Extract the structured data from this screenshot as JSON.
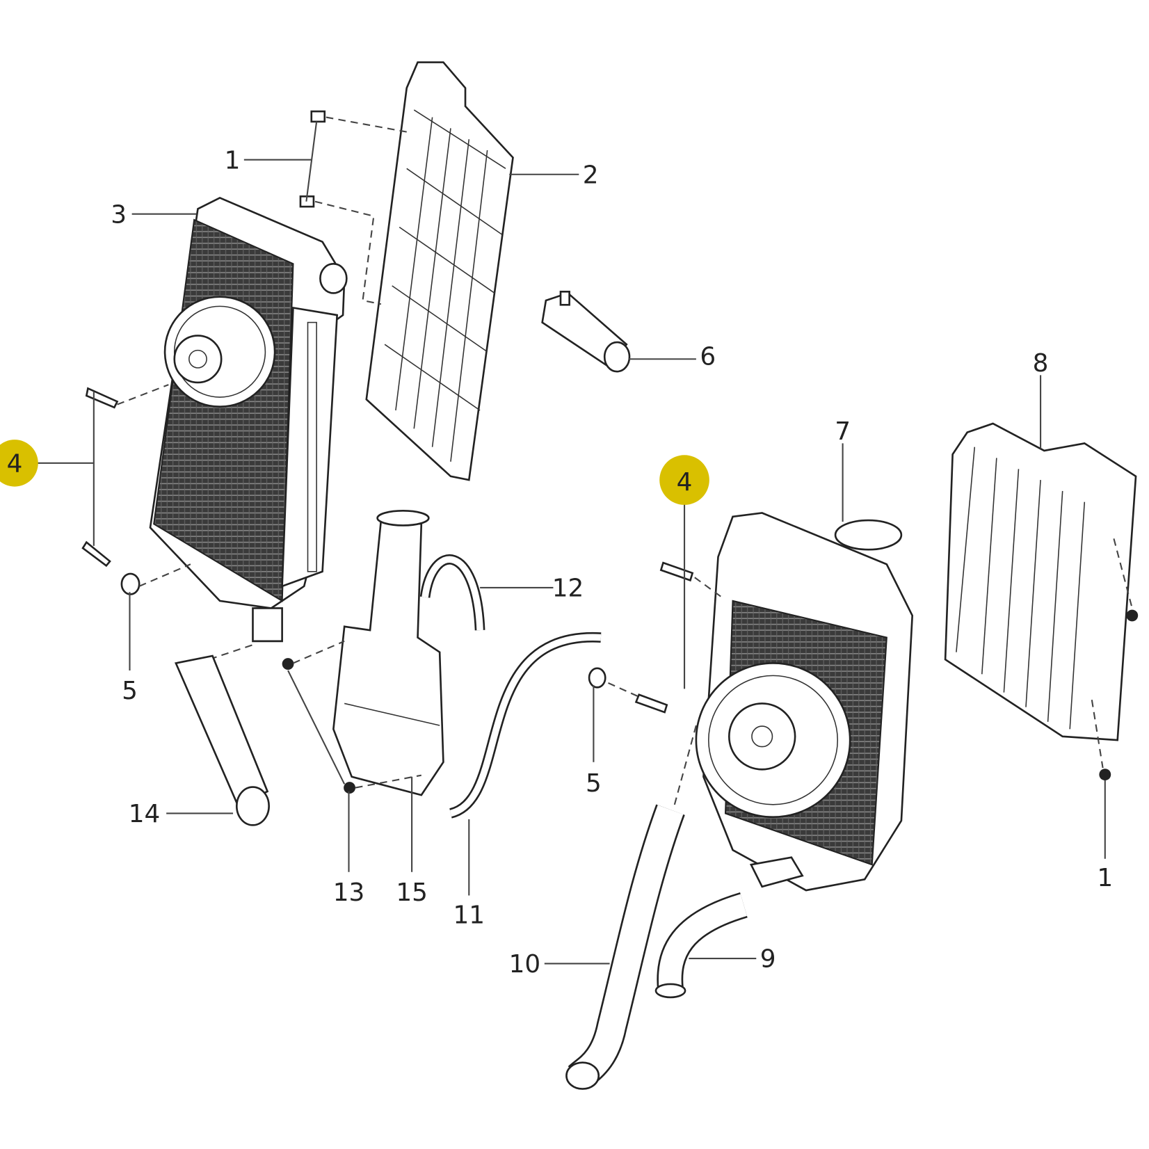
{
  "diagram": {
    "type": "exploded parts diagram",
    "highlight_color": "#d9c000",
    "callouts": [
      {
        "number": "1",
        "highlighted": false
      },
      {
        "number": "2",
        "highlighted": false
      },
      {
        "number": "3",
        "highlighted": false
      },
      {
        "number": "4",
        "highlighted": true
      },
      {
        "number": "4",
        "highlighted": true
      },
      {
        "number": "5",
        "highlighted": false
      },
      {
        "number": "5",
        "highlighted": false
      },
      {
        "number": "6",
        "highlighted": false
      },
      {
        "number": "7",
        "highlighted": false
      },
      {
        "number": "8",
        "highlighted": false
      },
      {
        "number": "9",
        "highlighted": false
      },
      {
        "number": "10",
        "highlighted": false
      },
      {
        "number": "11",
        "highlighted": false
      },
      {
        "number": "12",
        "highlighted": false
      },
      {
        "number": "13",
        "highlighted": false
      },
      {
        "number": "14",
        "highlighted": false
      },
      {
        "number": "15",
        "highlighted": false
      },
      {
        "number": "1",
        "highlighted": false
      }
    ]
  }
}
